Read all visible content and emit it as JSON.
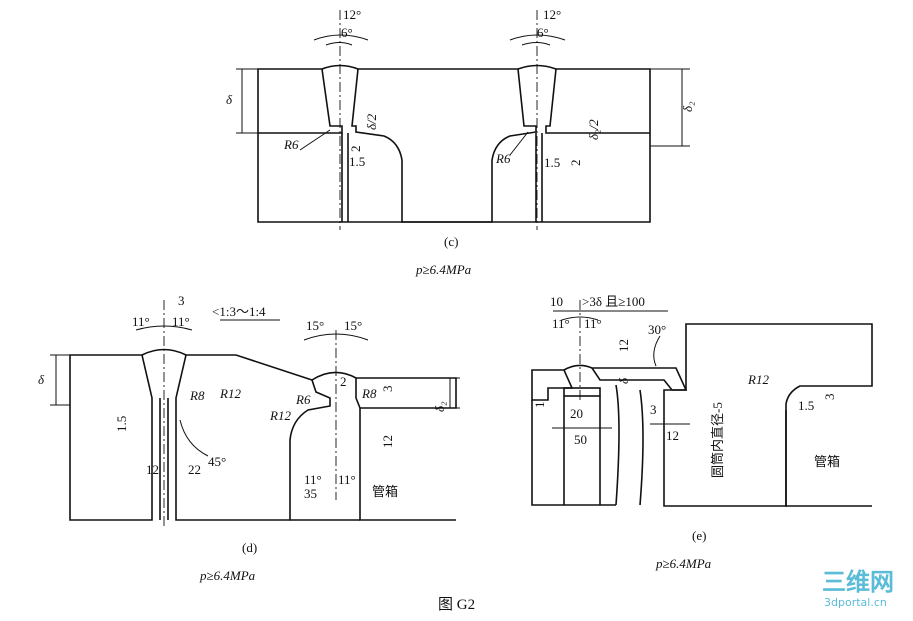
{
  "figure": {
    "title": "图 G2"
  },
  "c": {
    "caption": "(c)",
    "condition": "p≥6.4MPa",
    "ang12a": "12°",
    "ang6a": "6°",
    "ang12b": "12°",
    "ang6b": "6°",
    "delta": "δ",
    "half": "δ/2",
    "r6a": "R6",
    "d2a": "2",
    "d15a": "1.5",
    "delta2": "δ₂",
    "half2": "δ₂/2",
    "r6b": "R6",
    "d15b": "1.5",
    "d2b": "2"
  },
  "d": {
    "caption": "(d)",
    "condition": "p≥6.4MPa",
    "d3": "3",
    "a11l": "11°",
    "a11r": "11°",
    "slope": "<1:3～1:4",
    "a15l": "15°",
    "a15r": "15°",
    "delta": "δ",
    "r8a": "R8",
    "r12a": "R12",
    "d15": "1.5",
    "a45": "45°",
    "d12a": "12",
    "d22": "22",
    "d2": "2",
    "r6": "R6",
    "r8b": "R8",
    "d3b": "3",
    "r12b": "R12",
    "delta2": "δ₂",
    "d12b": "12",
    "a11c": "11°",
    "d35": "35",
    "a11d": "11°",
    "header": "管箱"
  },
  "e": {
    "caption": "(e)",
    "condition": "p≥6.4MPa",
    "d10": "10",
    "rule": ">3δ 且≥100",
    "a11l": "11°",
    "a11r": "11°",
    "a30": "30°",
    "d12": "12",
    "d1": "1",
    "d20": "20",
    "d50": "50",
    "d3": "3",
    "d12b": "12",
    "deltaS": "δ",
    "inner": "圆筒内直径-5",
    "r12": "R12",
    "d15": "1.5",
    "d3b": "3",
    "header": "管箱"
  },
  "watermark": {
    "brand": "三维网",
    "url": "3dportal.cn"
  },
  "colors": {
    "ink": "#111111",
    "watermark": "#5bbcd8"
  }
}
